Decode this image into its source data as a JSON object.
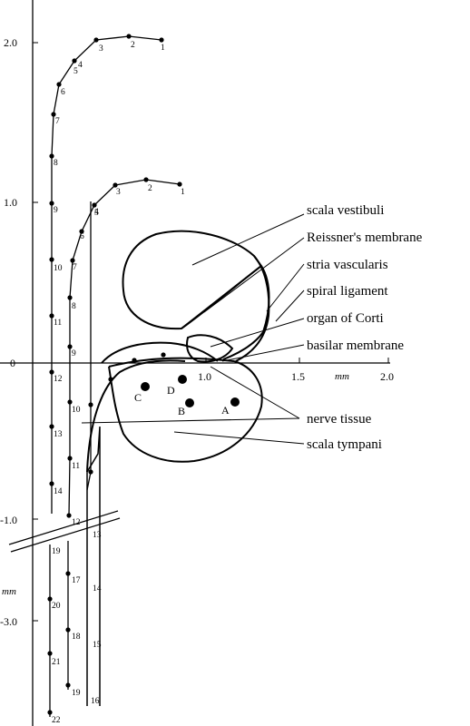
{
  "axes": {
    "y_ticks": [
      "2.0",
      "1.0",
      "0",
      "-1.0",
      "-3.0"
    ],
    "x_ticks": [
      "1.0",
      "1.5",
      "2.0"
    ],
    "x_unit": "mm",
    "y_unit": "mm"
  },
  "labels": {
    "scala_vestibuli": "scala vestibuli",
    "reissner": "Reissner's membrane",
    "stria": "stria vascularis",
    "spiral_ligament": "spiral ligament",
    "organ_corti": "organ of Corti",
    "basilar": "basilar membrane",
    "nerve": "nerve tissue",
    "scala_tympani": "scala tympani"
  },
  "points": [
    "A",
    "B",
    "C",
    "D"
  ],
  "outer_trace_numbers": [
    "1",
    "2",
    "3",
    "4",
    "5",
    "6",
    "7",
    "8",
    "9",
    "10",
    "11",
    "12",
    "13",
    "14",
    "19",
    "20",
    "21",
    "22"
  ],
  "inner_trace_numbers": [
    "1",
    "2",
    "3",
    "4",
    "5",
    "6",
    "7",
    "8",
    "9",
    "10",
    "11",
    "12",
    "13",
    "14",
    "15",
    "16",
    "17",
    "18",
    "19"
  ]
}
